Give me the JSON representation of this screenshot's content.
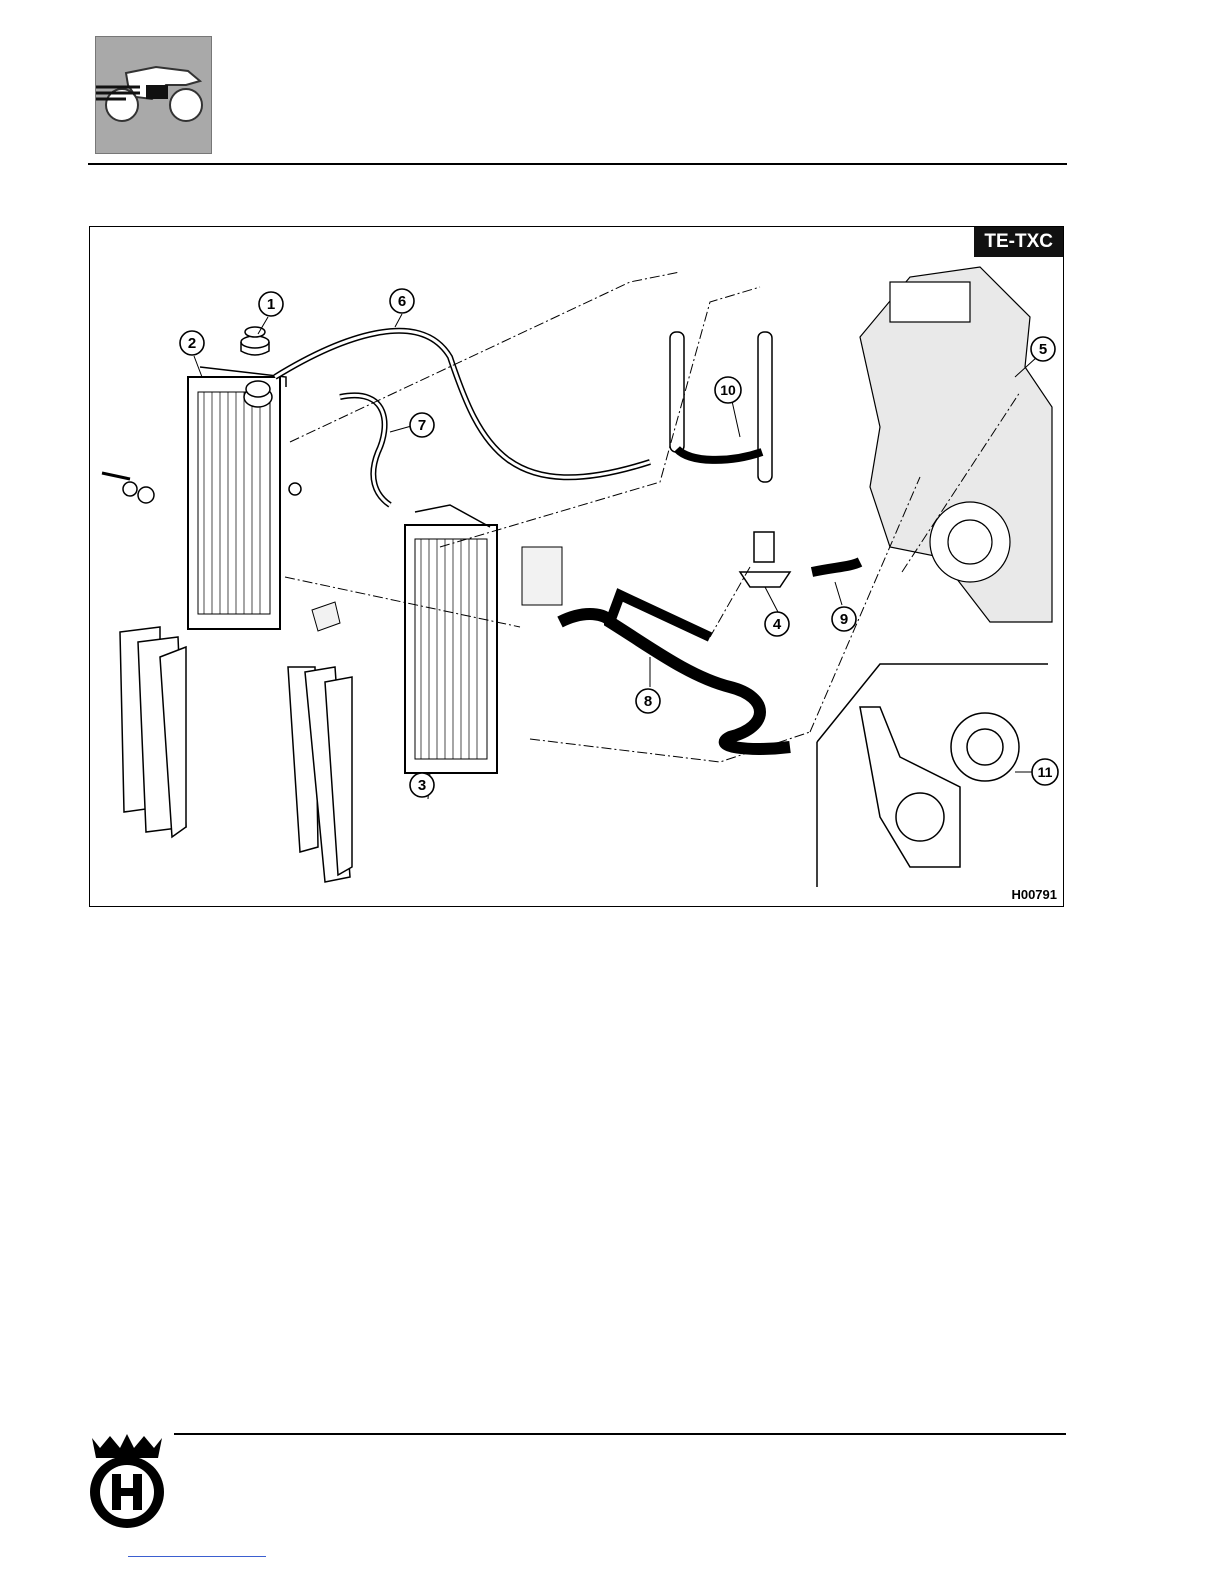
{
  "header": {
    "section_icon": "motorcycle-icon"
  },
  "figure": {
    "model_badge": "TE-TXC",
    "figure_code": "H00791",
    "callouts": [
      "1",
      "2",
      "3",
      "4",
      "5",
      "6",
      "7",
      "8",
      "9",
      "10",
      "11"
    ]
  },
  "footer": {
    "brand_icon": "husqvarna-logo-icon"
  },
  "colors": {
    "icon_box": "#a9a9a9",
    "badge_bg": "#111111",
    "link_underline": "#3b5fd0"
  }
}
